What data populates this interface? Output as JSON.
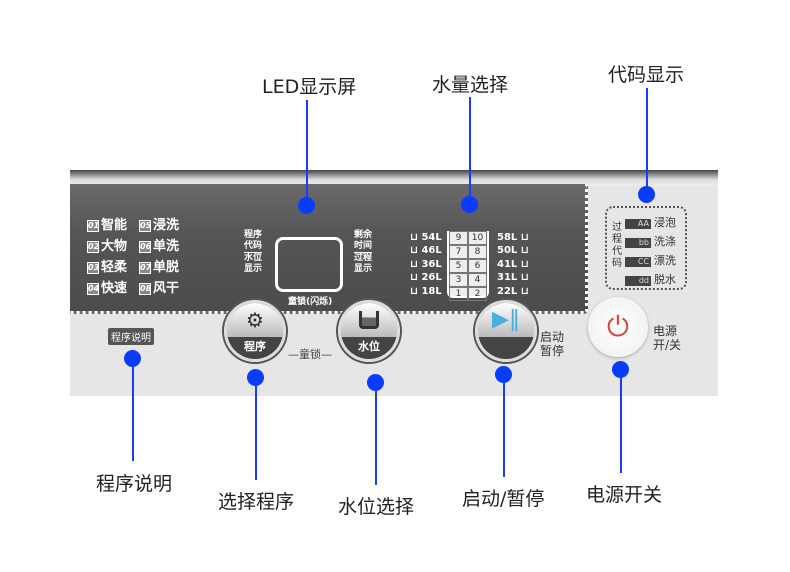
{
  "callouts": {
    "led": "LED显示屏",
    "water": "水量选择",
    "code": "代码显示",
    "manual": "程序说明",
    "select": "选择程序",
    "level": "水位选择",
    "start": "启动/暂停",
    "power": "电源开关"
  },
  "programs": [
    {
      "n": "01",
      "t": "智能"
    },
    {
      "n": "02",
      "t": "大物"
    },
    {
      "n": "03",
      "t": "轻柔"
    },
    {
      "n": "04",
      "t": "快速"
    },
    {
      "n": "05",
      "t": "浸洗"
    },
    {
      "n": "06",
      "t": "单洗"
    },
    {
      "n": "07",
      "t": "单脱"
    },
    {
      "n": "08",
      "t": "风干"
    }
  ],
  "led_labels": {
    "l1": "程序",
    "l2": "代码",
    "l3": "水位",
    "l4": "显示",
    "r1": "剩余",
    "r2": "时间",
    "r3": "过程",
    "r4": "显示",
    "bottom": "童锁(闪烁)"
  },
  "water_left": [
    "54L",
    "46L",
    "36L",
    "26L",
    "18L"
  ],
  "water_right": [
    "58L",
    "50L",
    "41L",
    "31L",
    "22L"
  ],
  "water_grid": [
    "9",
    "10",
    "7",
    "8",
    "5",
    "6",
    "3",
    "4",
    "1",
    "2"
  ],
  "codes": {
    "title": "过程代码",
    "items": [
      {
        "c": "AA",
        "t": "浸泡"
      },
      {
        "c": "bb",
        "t": "洗涤"
      },
      {
        "c": "CC",
        "t": "漂洗"
      },
      {
        "c": "dd",
        "t": "脱水"
      }
    ]
  },
  "panel": {
    "manual_badge": "程序说明",
    "btn_program": "程序",
    "btn_level": "水位",
    "child_lock": "—童锁—",
    "start1": "启动",
    "start2": "暂停",
    "power1": "电源",
    "power2": "开/关"
  },
  "colors": {
    "accent": "#0a3cff",
    "power": "#e0443c",
    "play": "#49aee0"
  }
}
